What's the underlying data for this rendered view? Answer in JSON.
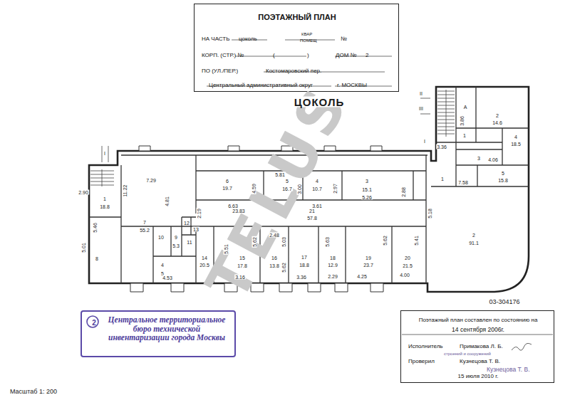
{
  "diagram": {
    "nodes": [
      {
        "text": [
          "ПОЭТАЖНЫЙ ПЛАН",
          "НА ЧАСТЬ",
          "цоколь",
          "КВАР",
          "ПОМЕЩ",
          "№",
          "КОРП. (СТР.) №",
          "(",
          ")",
          "ДОМ №",
          "2",
          "ПО (УЛ./ПЕР.)",
          "Костомаровский пер.",
          "Центральный административный округ",
          "г. МОСКВЫ"
        ]
      },
      {
        "text": [
          "2",
          "Центральное территориальное бюро технической инвентаризации города Москвы"
        ]
      },
      {
        "text": [
          "Поэтажный план составлен по состоянию на",
          "14 сентября 2006г.",
          "Исполнитель",
          "Примакова Л. Б.",
          "строений и сооружений",
          "Проверил",
          "Кузнецова Т. В.",
          "Кузнецова Т. В.",
          "15 июля 2010 г."
        ]
      }
    ],
    "labels": [
      "ЦОКОЛЬ",
      "TELUS",
      "Масштаб 1: 200",
      "03-304176",
      "1",
      "18.8",
      "2.90",
      "I",
      "5.46",
      "8",
      "5.01",
      "11.22",
      "7.29",
      "4.81",
      "7",
      "55.2",
      "10",
      "12",
      "13",
      "9",
      "5.3",
      "11",
      "4",
      "5",
      "14",
      "20.5",
      "4.53",
      "6",
      "19.7",
      "6.63",
      "4.59",
      "5",
      "16.7",
      "5.81",
      "3.00",
      "4",
      "10.7",
      "3.61",
      "2.97",
      "3",
      "15.1",
      "5.26",
      "2.88",
      "23.83",
      "2.19",
      "21",
      "57.8",
      "5.51",
      "15",
      "17.8",
      "5.62",
      "2.48",
      "16",
      "13.8",
      "5.03",
      "5.62",
      "17",
      "18.8",
      "5.63",
      "18",
      "12.9",
      "3.16",
      "3.36",
      "2.29",
      "19",
      "23.7",
      "5.62",
      "4.25",
      "20",
      "21.5",
      "5.41",
      "4.00",
      "5.18",
      "2",
      "91.1",
      "1",
      "7.58",
      "A",
      "3.86",
      "2",
      "14.6",
      "1",
      "4",
      "18.5",
      "3.36",
      "3",
      "4.06",
      "5",
      "15.8",
      "II",
      "III",
      "I"
    ]
  }
}
